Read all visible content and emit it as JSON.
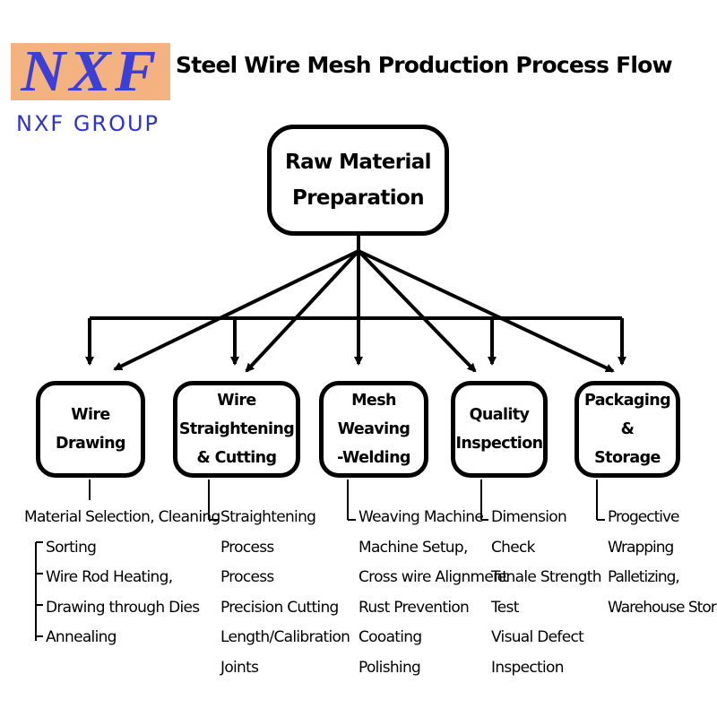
{
  "header": {
    "logo_text": "NXF",
    "logo_subtext": "NXF GROUP",
    "title": "Steel Wire Mesh Production Process Flow"
  },
  "root": {
    "lines": [
      "Raw Material",
      "Preparation"
    ]
  },
  "steps": [
    {
      "lines": [
        "Wire Drawing"
      ],
      "details": [
        "Material Selection, Cleaning",
        "Sorting",
        "Wire Rod Heating,",
        "Drawing through Dies",
        "Annealing"
      ]
    },
    {
      "lines": [
        "Wire Straightening",
        "& Cutting"
      ],
      "details": [
        "Straightening",
        "Process",
        "Process",
        "Precision Cutting",
        "Length/Calibration",
        "Joints"
      ]
    },
    {
      "lines": [
        "Mesh Weaving",
        "-Welding"
      ],
      "details": [
        "Weaving Machine",
        "Machine Setup,",
        "Cross wire Alignment",
        "Rust Prevention",
        "Cooating",
        "Polishing"
      ]
    },
    {
      "lines": [
        "Quality",
        "Inspection"
      ],
      "details": [
        "Dimension",
        "Check",
        "Tenale Strength",
        "Test",
        "Visual Defect",
        "Inspection"
      ]
    },
    {
      "lines": [
        "Packaging &",
        "Storage"
      ],
      "details": [
        "Progective",
        "Wrapping",
        "Palletizing,",
        "Warehouse Storage"
      ]
    }
  ],
  "colors": {
    "logo_bg": "#f3b27f",
    "logo_text": "#3b3fd6",
    "line": "#000000"
  }
}
